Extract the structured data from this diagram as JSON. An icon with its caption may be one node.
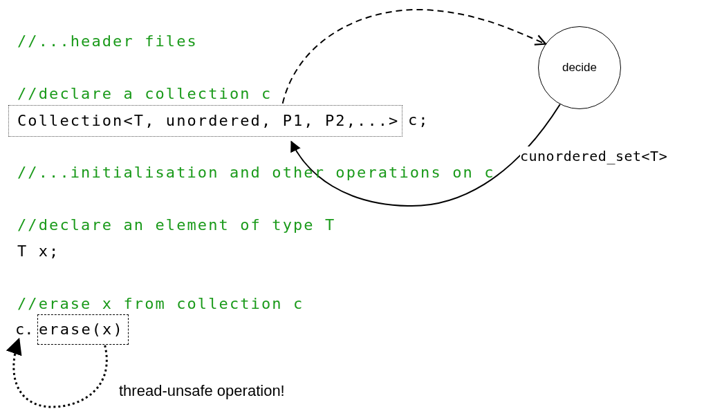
{
  "diagram": {
    "nodes": [
      {
        "text": [
          "Collection<T, unordered, P1, P2,...>"
        ]
      },
      {
        "text": [
          "decide"
        ]
      },
      {
        "text": [
          "erase(x)"
        ]
      },
      {
        "text": [
          "c."
        ]
      }
    ],
    "edges": [
      {
        "from": 0,
        "to": 1,
        "arrow": "to",
        "style": "dashed"
      },
      {
        "from": 1,
        "to": 0,
        "arrow": "to",
        "label": "cunordered_set<T>"
      },
      {
        "from": 2,
        "to": 3,
        "arrow": "to",
        "style": "dashed"
      }
    ],
    "labels": [
      "//...header files",
      "//declare a collection c",
      "c;",
      "//...initialisation and other operations on c",
      "//declare an element of type T",
      "T x;",
      "//erase x from collection c",
      "thread-unsafe operation!"
    ]
  }
}
